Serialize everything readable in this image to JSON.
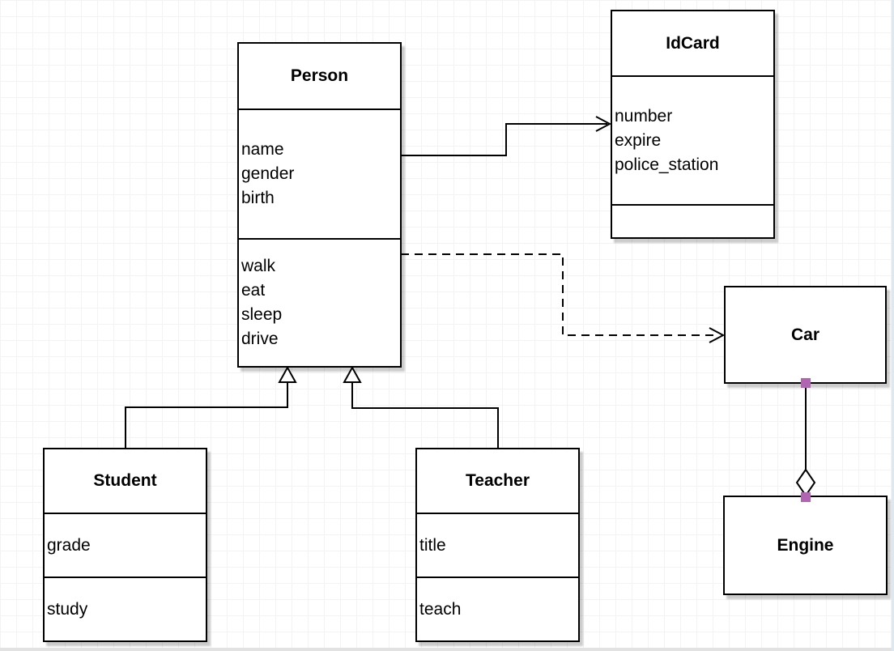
{
  "diagram": {
    "classes": {
      "person": {
        "title": "Person",
        "attributes": [
          "name",
          "gender",
          "birth"
        ],
        "methods": [
          "walk",
          "eat",
          "sleep",
          "drive"
        ]
      },
      "idcard": {
        "title": "IdCard",
        "attributes": [
          "number",
          "expire",
          "police_station"
        ],
        "methods": []
      },
      "car": {
        "title": "Car"
      },
      "engine": {
        "title": "Engine"
      },
      "student": {
        "title": "Student",
        "attributes": [
          "grade"
        ],
        "methods": [
          "study"
        ]
      },
      "teacher": {
        "title": "Teacher",
        "attributes": [
          "title"
        ],
        "methods": [
          "teach"
        ]
      }
    },
    "relationships": [
      {
        "from": "Person",
        "to": "IdCard",
        "type": "directed-association",
        "line": "solid",
        "arrow": "open"
      },
      {
        "from": "Person",
        "to": "Car",
        "type": "dependency",
        "line": "dashed",
        "arrow": "open"
      },
      {
        "from": "Student",
        "to": "Person",
        "type": "generalization",
        "line": "solid",
        "arrow": "hollow-triangle"
      },
      {
        "from": "Teacher",
        "to": "Person",
        "type": "generalization",
        "line": "solid",
        "arrow": "hollow-triangle"
      },
      {
        "from": "Car",
        "to": "Engine",
        "type": "aggregation",
        "line": "solid",
        "arrow": "hollow-diamond"
      }
    ]
  },
  "colors": {
    "stroke": "#000000",
    "connection_handle": "#b164b1",
    "grid_line": "#f3f3f3",
    "canvas_bg": "#ffffff"
  }
}
